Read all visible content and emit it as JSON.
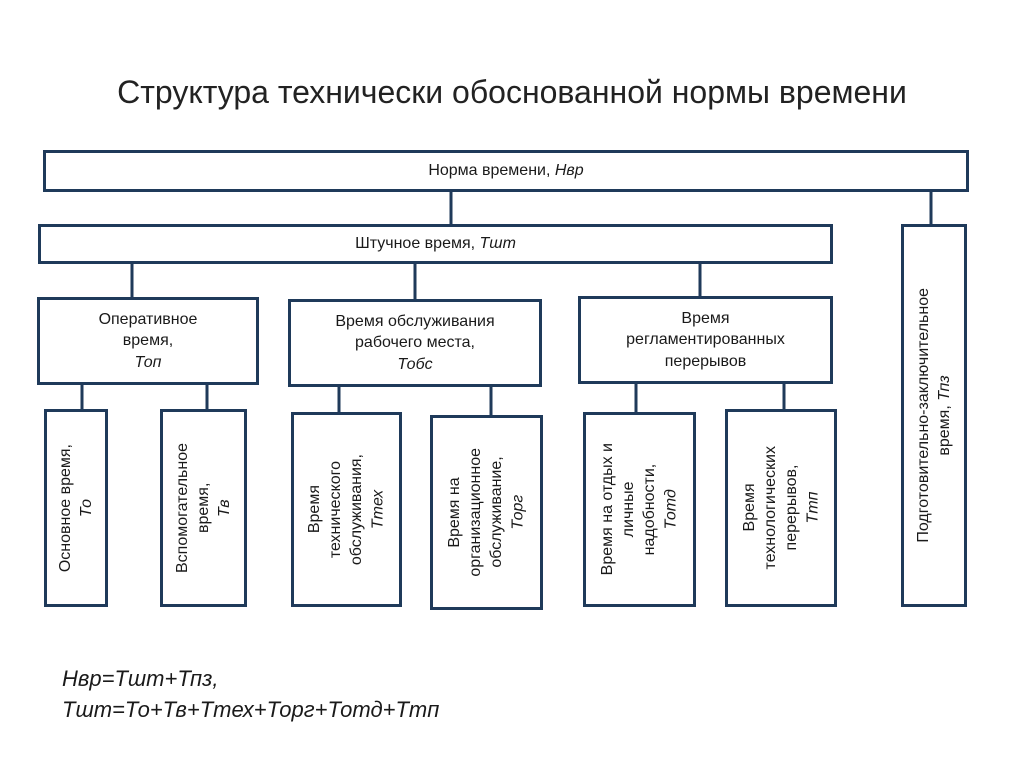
{
  "title": "Структура технически обоснованной нормы времени",
  "nodes": {
    "norm": {
      "text": "Норма времени, ",
      "sym": "Нвр"
    },
    "piece": {
      "text": "Штучное время, ",
      "sym": "Тшт"
    },
    "prep": {
      "line1": "Подготовительно-заключительное",
      "line2": "время, ",
      "sym": "Тпз"
    },
    "operative": {
      "line1": "Оперативное",
      "line2": "время,",
      "sym": "Топ"
    },
    "service": {
      "line1": "Время обслуживания",
      "line2": "рабочего места,",
      "sym": "Тобс"
    },
    "breaks": {
      "line1": "Время",
      "line2": "регламентированных",
      "line3": "перерывов"
    },
    "main": {
      "line1": "Основное время,",
      "sym": "То"
    },
    "aux": {
      "line1": "Вспомогательное",
      "line2": "время,",
      "sym": "Тв"
    },
    "tech_service": {
      "line1": "Время",
      "line2": "технического",
      "line3": "обслуживания,",
      "sym": "Ттех"
    },
    "org_service": {
      "line1": "Время на",
      "line2": "организационное",
      "line3": "обслуживание,",
      "sym": "Торг"
    },
    "rest": {
      "line1": "Время на отдых и",
      "line2": "личные",
      "line3": "надобности,",
      "sym": "Тотд"
    },
    "tech_breaks": {
      "line1": "Время",
      "line2": "технологических",
      "line3": "перерывов,",
      "sym": "Ттп"
    }
  },
  "formulas": {
    "f1": "Нвр=Тшт+Тпз,",
    "f2": "Тшт=То+Тв+Ттех+Торг+Тотд+Ттп"
  },
  "colors": {
    "border": "#1f3a5a"
  }
}
